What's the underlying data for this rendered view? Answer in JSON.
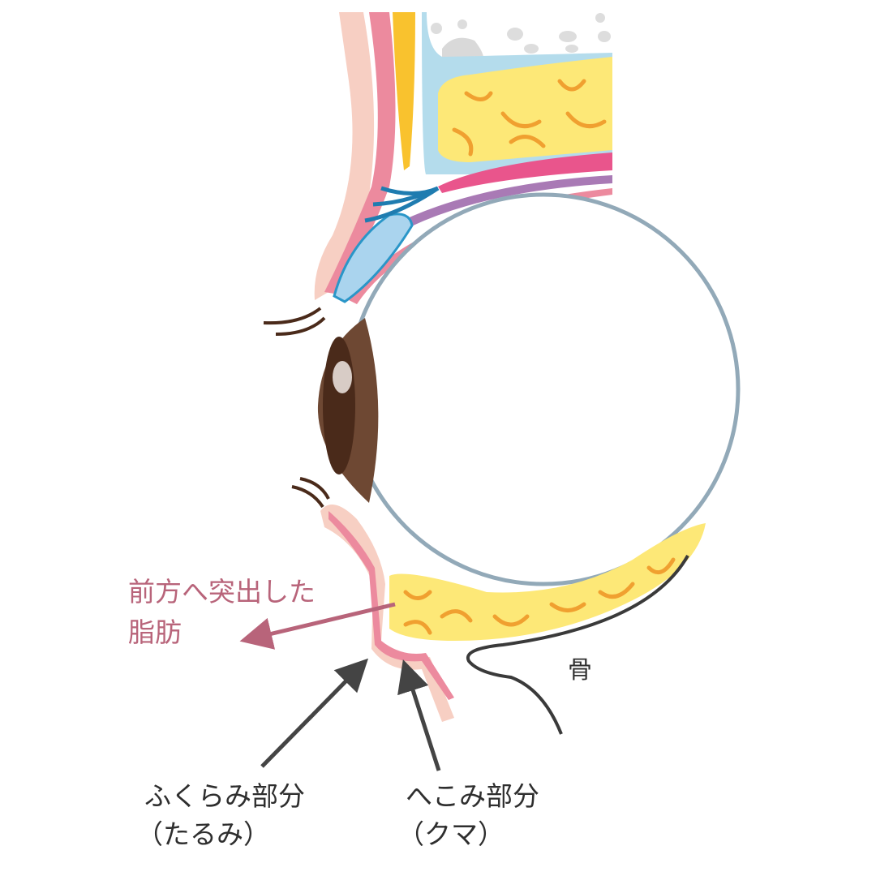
{
  "labels": {
    "fat_line1": "前方へ突出した",
    "fat_line2": "脂肪",
    "bone": "骨",
    "bulge_line1": "ふくらみ部分",
    "bulge_line2": "（たるみ）",
    "hollow_line1": "へこみ部分",
    "hollow_line2": "（クマ）"
  },
  "colors": {
    "fat_label": "#b8647a",
    "arrow_fat": "#b8647a",
    "arrow_dark": "#444444",
    "fat": "#fde877",
    "fat_lines": "#f0a030",
    "eyeball": "#92a9b8",
    "iris": "#6e4833",
    "skin": "#f7cfc3",
    "muscle": "#ec8a9e"
  }
}
